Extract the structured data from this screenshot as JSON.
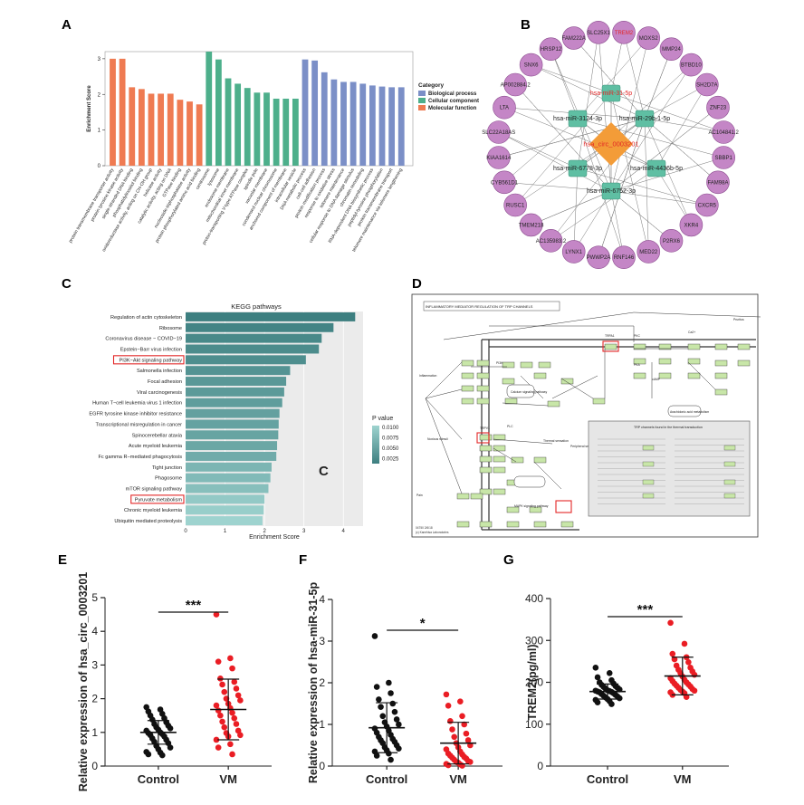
{
  "panel_labels": {
    "a": "A",
    "b": "B",
    "c": "C",
    "d": "D",
    "e": "E",
    "f": "F",
    "g": "G"
  },
  "colors": {
    "bio": "#7b8fc7",
    "cell": "#4daf8b",
    "mol": "#ef7b52",
    "mirna_node": "#5fbfa3",
    "mrna_node": "#c486c6",
    "circ_node": "#f39c38",
    "control_dot": "#111111",
    "vm_dot": "#ea1d24",
    "kegg_high": "#3d7f80",
    "kegg_low": "#9ed3cf",
    "kegg_highlight": "#e32626"
  },
  "chart_data": [
    {
      "id": "A",
      "type": "bar",
      "ylabel": "Enrichment Score",
      "ylim": [
        0,
        3.2
      ],
      "yticks": [
        "0",
        "1",
        "2",
        "3"
      ],
      "legend": {
        "title": "Category",
        "items": [
          "Biological process",
          "Cellular component",
          "Molecular function"
        ],
        "placement": "right"
      },
      "groups": [
        {
          "category": "Molecular function",
          "color_key": "mol",
          "values": [
            3.0,
            3.0,
            2.2,
            2.15,
            2.02,
            2.02,
            2.02,
            1.85,
            1.8,
            1.72
          ],
          "labels": [
            "protein transmembrane transporter activity",
            "protein tyrosine kinase activity",
            "single-stranded DNA binding",
            "phosphatidylinositol binding",
            "oxidoreductase activity, acting on CH-OH group",
            "helicase activity",
            "catalytic activity, acting on DNA",
            "GTPase binding",
            "nucleoside-triphosphatase activity",
            "protein phosphorylated amino acid binding"
          ]
        },
        {
          "category": "Cellular component",
          "color_key": "cell",
          "values": [
            3.2,
            2.98,
            2.45,
            2.3,
            2.18,
            2.05,
            2.05,
            1.88,
            1.88,
            1.88
          ],
          "labels": [
            "centrosome",
            "lysosome",
            "endosome membrane",
            "mitochondrial inner membrane",
            "proton-transporting V-type ATPase complex",
            "spindle pole",
            "vacuolar membrane",
            "condensed nuclear chromosome",
            "anchored component of membrane",
            "intracellular vesicle"
          ]
        },
        {
          "category": "Biological process",
          "color_key": "bio",
          "values": [
            2.98,
            2.95,
            2.62,
            2.42,
            2.35,
            2.35,
            2.3,
            2.25,
            2.22,
            2.2,
            2.2
          ],
          "labels": [
            "DNA metabolic process",
            "cell-cell adhesion",
            "protein modification process",
            "response to oxidative stress",
            "telomere maintenance",
            "cellular response to DNA damage stimulus",
            "chromatin remodeling",
            "RNA-dependent DNA biosynthetic process",
            "peptidyl-tyrosine phosphorylation",
            "protein transmembrane transport",
            "telomere maintenance via telomere lengthening"
          ]
        }
      ]
    },
    {
      "id": "C",
      "type": "bar",
      "title": "KEGG pathways",
      "xlabel": "Enrichment Score",
      "xlim": [
        0,
        4.5
      ],
      "xticks": [
        "0",
        "1",
        "2",
        "3",
        "4"
      ],
      "pvalue_legend": {
        "title": "P value",
        "ticks": [
          "0.0100",
          "0.0075",
          "0.0050",
          "0.0025"
        ]
      },
      "watermark": "C",
      "categories": [
        "Regulation of actin cytoskeleton",
        "Ribosome",
        "Coronavirus disease − COVID−19",
        "Epstein−Barr virus infection",
        "PI3K−Akt signaling pathway",
        "Salmonella infection",
        "Focal adhesion",
        "Viral carcinogenesis",
        "Human T−cell leukemia virus 1 infection",
        "EGFR tyrosine kinase inhibitor resistance",
        "Transcriptional misregulation in cancer",
        "Spinocerebellar ataxia",
        "Acute myeloid leukemia",
        "Fc gamma R−mediated phagocytosis",
        "Tight junction",
        "Phagosome",
        "mTOR signaling pathway",
        "Pyruvate metabolism",
        "Chronic myeloid leukemia",
        "Ubiquitin mediated proteolysis"
      ],
      "values": [
        4.3,
        3.75,
        3.45,
        3.38,
        3.05,
        2.65,
        2.55,
        2.5,
        2.45,
        2.38,
        2.36,
        2.35,
        2.32,
        2.3,
        2.18,
        2.15,
        2.1,
        2.0,
        1.98,
        1.95
      ],
      "pvalues": [
        0.0015,
        0.002,
        0.0025,
        0.0028,
        0.003,
        0.0035,
        0.004,
        0.0042,
        0.0045,
        0.0048,
        0.005,
        0.0052,
        0.0055,
        0.006,
        0.007,
        0.0075,
        0.008,
        0.009,
        0.0095,
        0.01
      ],
      "highlighted": [
        "PI3K−Akt signaling pathway",
        "Pyruvate metabolism"
      ]
    },
    {
      "id": "E",
      "type": "scatter",
      "ylabel": "Relative expression of hsa_circ_0003201",
      "categories": [
        "Control",
        "VM"
      ],
      "ylim": [
        0,
        5
      ],
      "yticks": [
        "0",
        "1",
        "2",
        "3",
        "4",
        "5"
      ],
      "significance": "***",
      "series": [
        {
          "name": "Control",
          "mean": 1.0,
          "sd": 0.35,
          "values": [
            1.75,
            1.68,
            1.62,
            1.55,
            1.5,
            1.42,
            1.38,
            1.3,
            1.25,
            1.2,
            1.15,
            1.12,
            1.08,
            1.05,
            1.0,
            0.98,
            0.95,
            0.92,
            0.88,
            0.82,
            0.78,
            0.72,
            0.68,
            0.6,
            0.55,
            0.5,
            0.42,
            0.4,
            0.35,
            0.32
          ]
        },
        {
          "name": "VM",
          "mean": 1.68,
          "sd": 0.9,
          "values": [
            4.5,
            3.2,
            3.1,
            2.9,
            2.6,
            2.5,
            2.42,
            2.3,
            2.2,
            2.1,
            2.0,
            1.95,
            1.85,
            1.8,
            1.72,
            1.65,
            1.58,
            1.5,
            1.42,
            1.32,
            1.25,
            1.15,
            1.05,
            0.98,
            0.92,
            0.88,
            0.78,
            0.65,
            0.55,
            0.35
          ]
        }
      ]
    },
    {
      "id": "F",
      "type": "scatter",
      "ylabel": "Relative expression of hsa-miR-31-5p",
      "categories": [
        "Control",
        "VM"
      ],
      "ylim": [
        0,
        4
      ],
      "yticks": [
        "0",
        "1",
        "2",
        "3",
        "4"
      ],
      "significance": "*",
      "series": [
        {
          "name": "Control",
          "mean": 0.92,
          "sd": 0.6,
          "values": [
            3.12,
            2.0,
            1.9,
            1.75,
            1.6,
            1.5,
            1.42,
            1.3,
            1.2,
            1.12,
            1.05,
            1.0,
            0.95,
            0.9,
            0.85,
            0.8,
            0.75,
            0.7,
            0.65,
            0.62,
            0.58,
            0.55,
            0.5,
            0.45,
            0.42,
            0.38,
            0.35,
            0.3,
            0.25,
            0.15
          ]
        },
        {
          "name": "VM",
          "mean": 0.55,
          "sd": 0.5,
          "values": [
            1.72,
            1.55,
            1.45,
            1.2,
            1.08,
            1.0,
            0.88,
            0.78,
            0.7,
            0.62,
            0.55,
            0.5,
            0.45,
            0.4,
            0.35,
            0.3,
            0.28,
            0.25,
            0.22,
            0.2,
            0.18,
            0.15,
            0.12,
            0.1,
            0.1,
            0.08,
            0.05,
            0.04,
            0.02,
            0.01
          ]
        }
      ]
    },
    {
      "id": "G",
      "type": "scatter",
      "ylabel": "TREM2(pg/ml)",
      "categories": [
        "Control",
        "VM"
      ],
      "ylim": [
        0,
        400
      ],
      "yticks": [
        "0",
        "100",
        "200",
        "300",
        "400"
      ],
      "significance": "***",
      "series": [
        {
          "name": "Control",
          "mean": 178,
          "sd": 18,
          "values": [
            235,
            222,
            212,
            205,
            200,
            197,
            194,
            191,
            189,
            187,
            185,
            183,
            181,
            180,
            179,
            178,
            177,
            176,
            174,
            172,
            170,
            168,
            166,
            164,
            162,
            160,
            158,
            155,
            152,
            148
          ]
        },
        {
          "name": "VM",
          "mean": 215,
          "sd": 45,
          "values": [
            342,
            292,
            268,
            260,
            255,
            248,
            240,
            235,
            230,
            226,
            222,
            218,
            214,
            210,
            206,
            203,
            200,
            197,
            195,
            192,
            190,
            187,
            184,
            182,
            180,
            178,
            176,
            174,
            170,
            165
          ]
        }
      ]
    }
  ],
  "network": {
    "circ_label": "hsa_circ_0003201",
    "center_mirna": "hsa-miR-31-5p",
    "mirnas": [
      "hsa-miR-3124-3p",
      "hsa-miR-29b-1-5p",
      "hsa-miR-6778-3p",
      "hsa-miR-4436b-5p",
      "hsa-miR-6752-3p"
    ],
    "mrnas": [
      "TREM2",
      "MOXS2",
      "MMP24",
      "BTBD10",
      "SH2D7A",
      "ZNF23",
      "AC104841.2",
      "SBBP1",
      "FAM98A",
      "CXCR5",
      "XKR4",
      "P2RX6",
      "MED22",
      "RNF146",
      "PWWP2A",
      "LYNX1",
      "AC135983.2",
      "TMEM218",
      "RUSC1",
      "CYB561D1",
      "KIAA1614",
      "SLC22A18AS",
      "LTA",
      "AP002884.2",
      "SNX6",
      "HRSP12",
      "FAM222A",
      "SLC25X1"
    ],
    "highlight": "TREM2"
  },
  "kegg_map": {
    "title": "INFLAMMATORY MEDIATOR REGULATION OF TRP CHANNELS",
    "box_title": "TRP channels found in the thermal transduction",
    "labels": [
      "Noxious stimuli",
      "PI3K",
      "PKC",
      "PLC",
      "TRPA1",
      "TRPV1",
      "PKA",
      "cAMP",
      "Ca2+",
      "Thermal sensation",
      "Inflammation",
      "Pain",
      "Arachidonic acid metabolism",
      "MAPK signaling pathway",
      "Calcium signaling pathway",
      "Pruritus",
      "Peripheral sensitization"
    ],
    "footer_1": "04750 2/6/18",
    "footer_2": "(c) Kanehisa Laboratories"
  }
}
